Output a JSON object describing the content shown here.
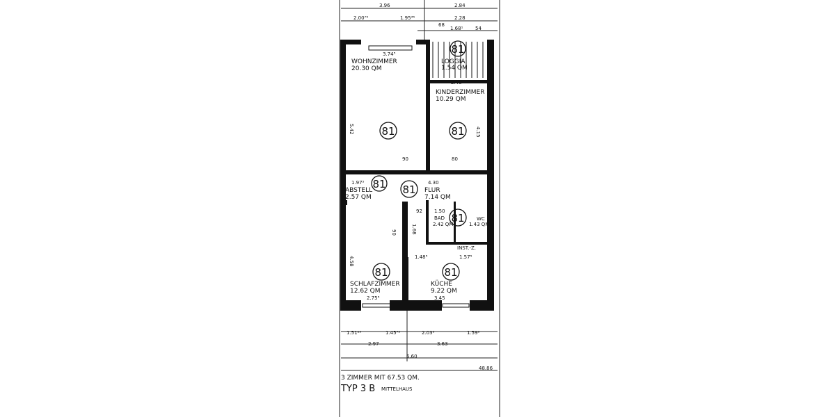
{
  "plan": {
    "summary": "3 ZIMMER MIT 67.53 QM.",
    "type_label": "TYP 3 B",
    "type_sub": "MITTELHAUS",
    "room_marker": "81",
    "rooms": [
      {
        "name": "WOHNZIMMER",
        "area": "20.30 QM"
      },
      {
        "name": "LOGGIA",
        "area": "1.54 QM"
      },
      {
        "name": "KINDERZIMMER",
        "area": "10.29 QM"
      },
      {
        "name": "ABSTELL",
        "area": "2.57 QM"
      },
      {
        "name": "FLUR",
        "area": "7.14 QM"
      },
      {
        "name": "BAD",
        "area": "2.42 QM"
      },
      {
        "name": "WC",
        "area": "1.43 QM"
      },
      {
        "name": "SCHLAFZIMMER",
        "area": "12.62 QM"
      },
      {
        "name": "KÜCHE",
        "area": "9.22 QM"
      }
    ],
    "inst_label": "INST.-Z.",
    "dimensions": {
      "top": [
        "3.96",
        "2.84",
        "2.00⁷⁵",
        "1.95³⁵",
        "2.28",
        "68",
        "1.68¹",
        "54",
        "3.74⁵",
        "2.48",
        "5.42",
        "4.15",
        "90",
        "80",
        "4.30",
        "1.97⁵",
        "1.50",
        "1.68",
        "4.58",
        "92",
        "90",
        "1.48⁵",
        "1.57⁵",
        "2.75⁵",
        "3.45"
      ],
      "bottom": [
        "1.51²⁵",
        "1.45⁷⁵",
        "2.03⁵",
        "1.59⁵",
        "2.97",
        "3.63",
        "6.60",
        "48.86"
      ]
    }
  }
}
